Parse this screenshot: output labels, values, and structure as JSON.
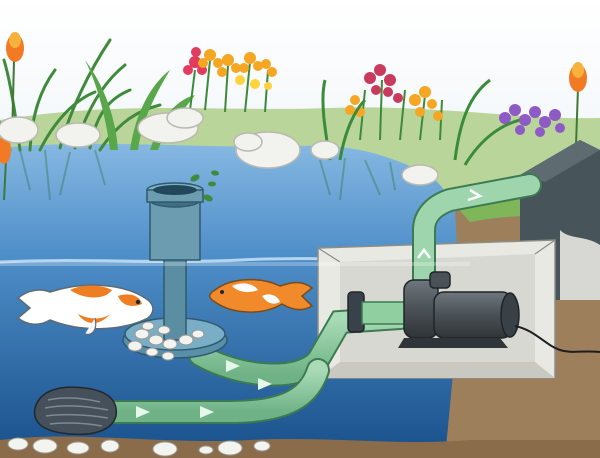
{
  "scene": {
    "subject": "pond-pump-filtration-cutaway",
    "palette": {
      "sky": "#dde9f2",
      "water_surface": "#6fa8d8",
      "water_deep": "#1c5c99",
      "soil": "#9a7c5a",
      "pipe": "#86c79a",
      "pipe_stroke": "#3c7a52",
      "flow_arrow": "#d8f2dc",
      "housing_wall": "#e9e9e4",
      "housing_cover": "#47545a",
      "pump_body": "#4b5257",
      "stone": "#f3f3f0",
      "koi_white": "#ffffff",
      "koi_orange": "#ef7d22"
    },
    "components": [
      {
        "name": "skimmer-tower",
        "icon": "skimmer-icon"
      },
      {
        "name": "pump-housing",
        "icon": "housing-icon"
      },
      {
        "name": "external-pump",
        "icon": "pump-icon"
      },
      {
        "name": "bottom-filter-intake",
        "icon": "filter-icon"
      },
      {
        "name": "return-pipe",
        "icon": "pipe-icon"
      }
    ],
    "fish": [
      {
        "name": "koi-white-orange",
        "colors": [
          "#ffffff",
          "#ef7d22"
        ]
      },
      {
        "name": "koi-orange",
        "colors": [
          "#f08a2a",
          "#ffffff"
        ]
      }
    ],
    "flower_colors": [
      "#e23b5e",
      "#f5a623",
      "#8e44ad",
      "#ffd23f",
      "#e8443a"
    ]
  }
}
